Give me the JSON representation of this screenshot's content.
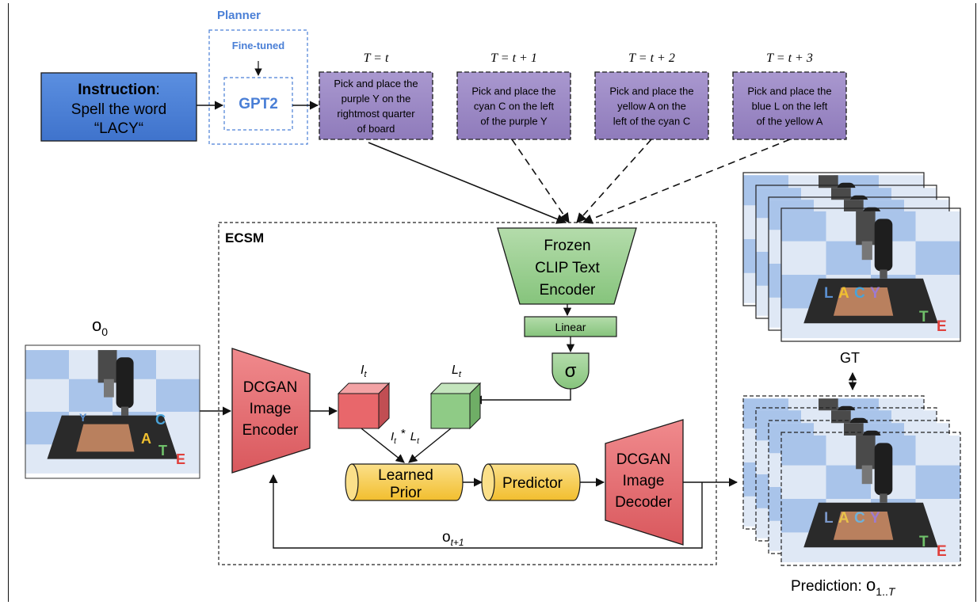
{
  "planner": {
    "title": "Planner",
    "finetuned_label": "Fine-tuned",
    "model": "GPT2"
  },
  "instruction": {
    "label": "Instruction",
    "colon": ":",
    "line1": "Spell the word",
    "line2": "“LACY“"
  },
  "steps": [
    {
      "time_label": "T = t",
      "lines": [
        "Pick and place the",
        "purple Y on the",
        "rightmost quarter",
        "of board"
      ]
    },
    {
      "time_label": "T = t + 1",
      "lines": [
        "Pick and place the",
        "cyan C on the left",
        "of the purple Y"
      ]
    },
    {
      "time_label": "T = t + 2",
      "lines": [
        "Pick and place the",
        "yellow A on the",
        "left of the cyan C"
      ]
    },
    {
      "time_label": "T = t + 3",
      "lines": [
        "Pick and place the",
        "blue L on the left",
        "of the yellow A"
      ]
    }
  ],
  "ecsm": {
    "label": "ECSM"
  },
  "clip": {
    "lines": [
      "Frozen",
      "CLIP Text",
      "Encoder"
    ]
  },
  "linear": {
    "label": "Linear"
  },
  "sigma": {
    "label": "σ"
  },
  "encoder": {
    "lines": [
      "DCGAN",
      "Image",
      "Encoder"
    ]
  },
  "decoder": {
    "lines": [
      "DCGAN",
      "Image",
      "Decoder"
    ]
  },
  "learned_prior": {
    "lines": [
      "Learned",
      "Prior"
    ]
  },
  "predictor": {
    "label": "Predictor"
  },
  "cube_image": {
    "base": "I",
    "sub": "t"
  },
  "cube_lang": {
    "base": "L",
    "sub": "t"
  },
  "product": {
    "left": "I",
    "left_sub": "t",
    "op": "*",
    "right": "L",
    "right_sub": "t"
  },
  "observation_in": {
    "base": "o",
    "sub": "0"
  },
  "feedback": {
    "base": "o",
    "sub": "t+1"
  },
  "gt": {
    "label": "GT"
  },
  "prediction": {
    "label": "Prediction: ",
    "base": "o",
    "sub": "1..T"
  },
  "board_letters": [
    "L",
    "A",
    "C",
    "Y"
  ],
  "scene_letters": {
    "t_letter": "T",
    "e_letter": "E"
  },
  "colors": {
    "instruction_fill": "#4a7fd6",
    "planner_blue": "#4a7fd6",
    "step_fill": "#9f8cc6",
    "clip_fill": "#9dcf95",
    "dcgan_fill": "#e36a6e",
    "prior_fill": "#f6c93c",
    "cube_red": "#e8676b",
    "cube_green": "#8fcb86"
  }
}
